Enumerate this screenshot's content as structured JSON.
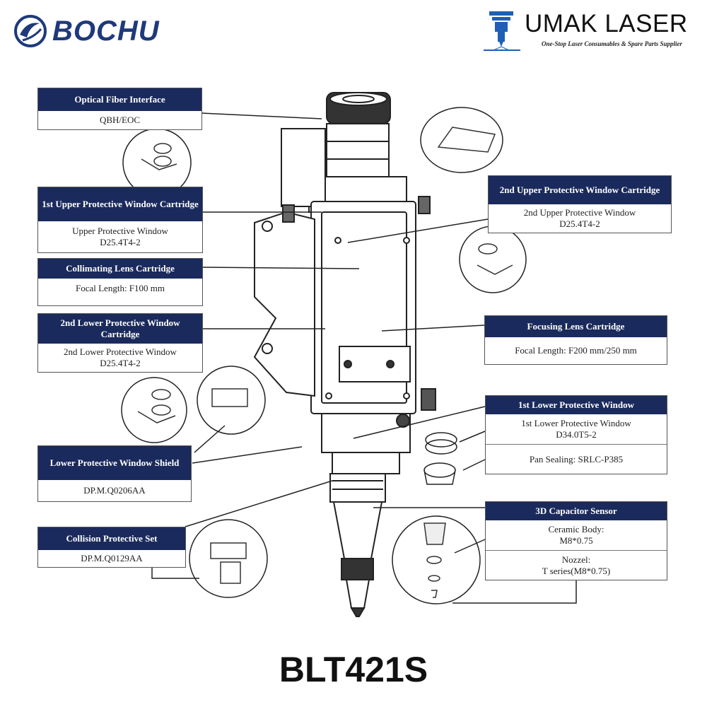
{
  "brand_left": {
    "name": "BOCHU",
    "color": "#1e3a7b",
    "icon": "bochu-swirl-logo-icon"
  },
  "brand_right": {
    "name": "UMAK LASER",
    "tagline": "One-Stop Laser Consumables & Spare Parts Supplier",
    "icon": "laser-head-logo-icon",
    "accent": "#1f5fb5"
  },
  "colors": {
    "header_bg": "#1b2a5c",
    "header_text": "#ffffff",
    "line": "#222222"
  },
  "labels": {
    "optical_fiber": {
      "title": "Optical Fiber Interface",
      "lines": [
        "QBH/EOC"
      ]
    },
    "upper1": {
      "title": "1st Upper Protective Window Cartridge",
      "lines": [
        "Upper Protective Window",
        "D25.4T4-2"
      ]
    },
    "collimating": {
      "title": "Collimating Lens Cartridge",
      "lines": [
        "Focal Length: F100 mm"
      ]
    },
    "lower2": {
      "title": "2nd Lower Protective Window Cartridge",
      "lines": [
        "2nd Lower Protective Window",
        "D25.4T4-2"
      ]
    },
    "shield": {
      "title": "Lower Protective Window Shield",
      "lines": [
        "DP.M.Q0206AA"
      ]
    },
    "collision": {
      "title": "Collision Protective Set",
      "lines": [
        "DP.M.Q0129AA"
      ]
    },
    "upper2": {
      "title": "2nd Upper Protective Window Cartridge",
      "lines": [
        "2nd Upper Protective Window",
        "D25.4T4-2"
      ]
    },
    "focusing": {
      "title": "Focusing Lens Cartridge",
      "lines": [
        "Focal Length: F200 mm/250 mm"
      ]
    },
    "lower1": {
      "title": "1st Lower Protective Window",
      "lines": [
        "1st Lower Protective Window",
        "D34.0T5-2"
      ],
      "extra": "Pan Sealing: SRLC-P385"
    },
    "sensor": {
      "title": "3D Capacitor Sensor",
      "lines": [
        "Ceramic Body:",
        "M8*0.75"
      ],
      "extra_lines": [
        "Nozzel:",
        "T series(M8*0.75)"
      ]
    }
  },
  "model": "BLT421S"
}
